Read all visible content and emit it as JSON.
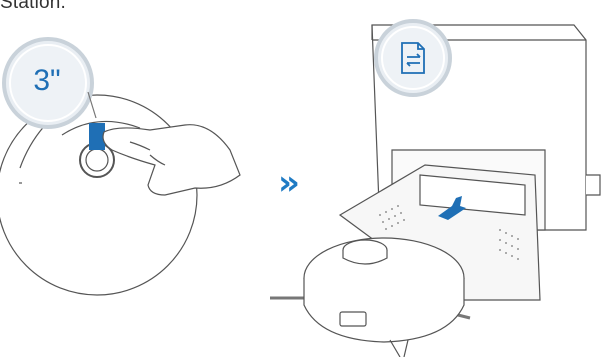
{
  "caption": {
    "text": "Station."
  },
  "step": {
    "hold_time": "3\"",
    "next_arrow": "»"
  },
  "icons": {
    "hold_badge": "circle-badge",
    "dock_status": "document-transfer-icon",
    "motion": "upward-arrow-icon"
  },
  "colors": {
    "accent": "#1f7bc4",
    "line": "#555555",
    "badge_fill": "#e9eef3"
  }
}
